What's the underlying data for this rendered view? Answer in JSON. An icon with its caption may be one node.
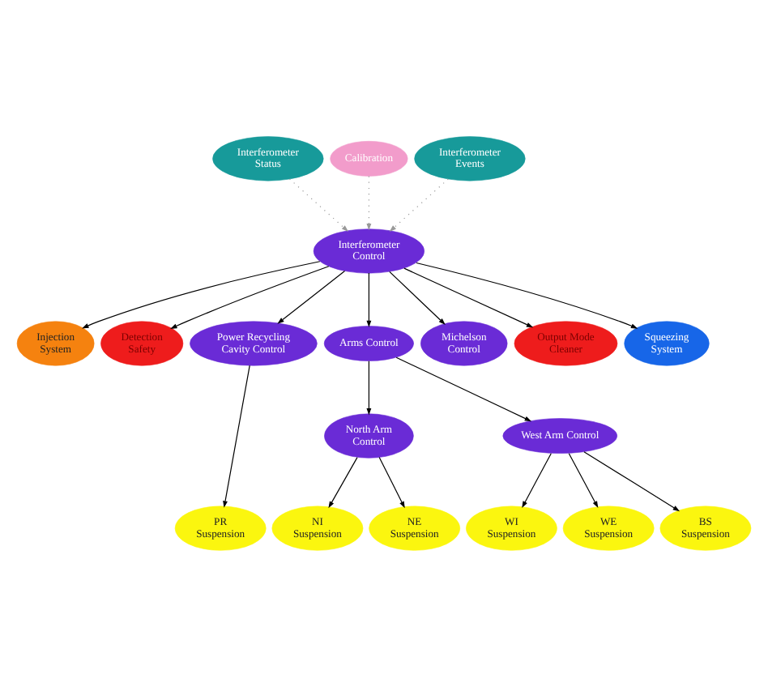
{
  "diagram": {
    "nodes": [
      {
        "text": [
          "Interferometer Status"
        ]
      },
      {
        "text": [
          "Calibration"
        ]
      },
      {
        "text": [
          "Interferometer Events"
        ]
      },
      {
        "text": [
          "Interferometer Control"
        ]
      },
      {
        "text": [
          "Injection System"
        ]
      },
      {
        "text": [
          "Detection Safety"
        ]
      },
      {
        "text": [
          "Power Recycling Cavity Control"
        ]
      },
      {
        "text": [
          "Arms Control"
        ]
      },
      {
        "text": [
          "Michelson Control"
        ]
      },
      {
        "text": [
          "Output Mode Cleaner"
        ]
      },
      {
        "text": [
          "Squeezing System"
        ]
      },
      {
        "text": [
          "North Arm Control"
        ]
      },
      {
        "text": [
          "West Arm Control"
        ]
      },
      {
        "text": [
          "PR Suspension"
        ]
      },
      {
        "text": [
          "NI Suspension"
        ]
      },
      {
        "text": [
          "NE Suspension"
        ]
      },
      {
        "text": [
          "WI Suspension"
        ]
      },
      {
        "text": [
          "WE Suspension"
        ]
      },
      {
        "text": [
          "BS Suspension"
        ]
      }
    ],
    "edges": [
      {
        "from": 0,
        "to": 3,
        "arrow": "to",
        "style": "dashed",
        "color": "#999999"
      },
      {
        "from": 1,
        "to": 3,
        "arrow": "to",
        "style": "dashed",
        "color": "#999999"
      },
      {
        "from": 2,
        "to": 3,
        "arrow": "to",
        "style": "dashed",
        "color": "#999999"
      },
      {
        "from": 3,
        "to": 4,
        "arrow": "to"
      },
      {
        "from": 3,
        "to": 5,
        "arrow": "to"
      },
      {
        "from": 3,
        "to": 6,
        "arrow": "to"
      },
      {
        "from": 3,
        "to": 7,
        "arrow": "to"
      },
      {
        "from": 3,
        "to": 8,
        "arrow": "to"
      },
      {
        "from": 3,
        "to": 9,
        "arrow": "to"
      },
      {
        "from": 3,
        "to": 10,
        "arrow": "to"
      },
      {
        "from": 6,
        "to": 13,
        "arrow": "to"
      },
      {
        "from": 7,
        "to": 11,
        "arrow": "to"
      },
      {
        "from": 7,
        "to": 12,
        "arrow": "to"
      },
      {
        "from": 11,
        "to": 14,
        "arrow": "to"
      },
      {
        "from": 11,
        "to": 15,
        "arrow": "to"
      },
      {
        "from": 12,
        "to": 16,
        "arrow": "to"
      },
      {
        "from": 12,
        "to": 17,
        "arrow": "to"
      },
      {
        "from": 12,
        "to": 18,
        "arrow": "to"
      }
    ]
  }
}
